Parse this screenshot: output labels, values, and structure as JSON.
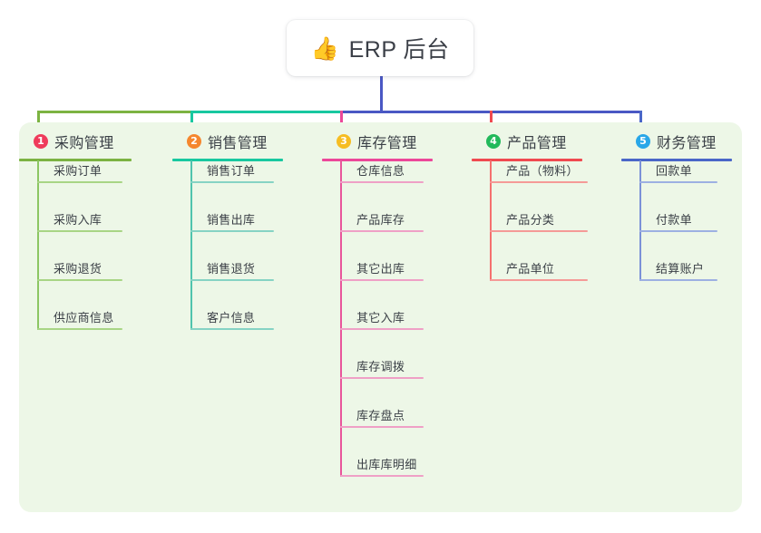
{
  "root": {
    "emoji": "👍",
    "emoji_name": "thumbs-up-icon",
    "title": "ERP 后台"
  },
  "palette": {
    "canvas_bg": "#ffffff",
    "panel_bg": "#edf7e7",
    "text": "#3a3f46",
    "root_line": "#4a58c4",
    "bus_green": "#7cb342",
    "bus_teal": "#18c8a0",
    "bus_blue": "#4a58c4"
  },
  "columns": [
    {
      "index": "1",
      "title": "采购管理",
      "badge_color": "#ef3b5b",
      "rule_color": "#7cb342",
      "spine_color": "#8cc663",
      "item_rule_color": "#a8d585",
      "drop_color": "#7cb342",
      "items": [
        "采购订单",
        "采购入库",
        "采购退货",
        "供应商信息"
      ]
    },
    {
      "index": "2",
      "title": "销售管理",
      "badge_color": "#f5872e",
      "rule_color": "#18c8a0",
      "spine_color": "#4fc3ad",
      "item_rule_color": "#86d3c4",
      "drop_color": "#18c8a0",
      "items": [
        "销售订单",
        "销售出库",
        "销售退货",
        "客户信息"
      ]
    },
    {
      "index": "3",
      "title": "库存管理",
      "badge_color": "#f6bd22",
      "rule_color": "#ec4899",
      "spine_color": "#e8569b",
      "item_rule_color": "#efa0c6",
      "drop_color": "#ec4899",
      "items": [
        "仓库信息",
        "产品库存",
        "其它出库",
        "其它入库",
        "库存调拨",
        "库存盘点",
        "出库库明细"
      ]
    },
    {
      "index": "4",
      "title": "产品管理",
      "badge_color": "#22b95b",
      "rule_color": "#f04a50",
      "spine_color": "#f5706f",
      "item_rule_color": "#f59a97",
      "drop_color": "#f04a50",
      "items": [
        "产品（物料）",
        "产品分类",
        "产品单位"
      ]
    },
    {
      "index": "5",
      "title": "财务管理",
      "badge_color": "#29a7e8",
      "rule_color": "#4a67c8",
      "spine_color": "#7b91d8",
      "item_rule_color": "#9db0e2",
      "drop_color": "#4a67c8",
      "items": [
        "回款单",
        "付款单",
        "结算账户"
      ]
    }
  ]
}
